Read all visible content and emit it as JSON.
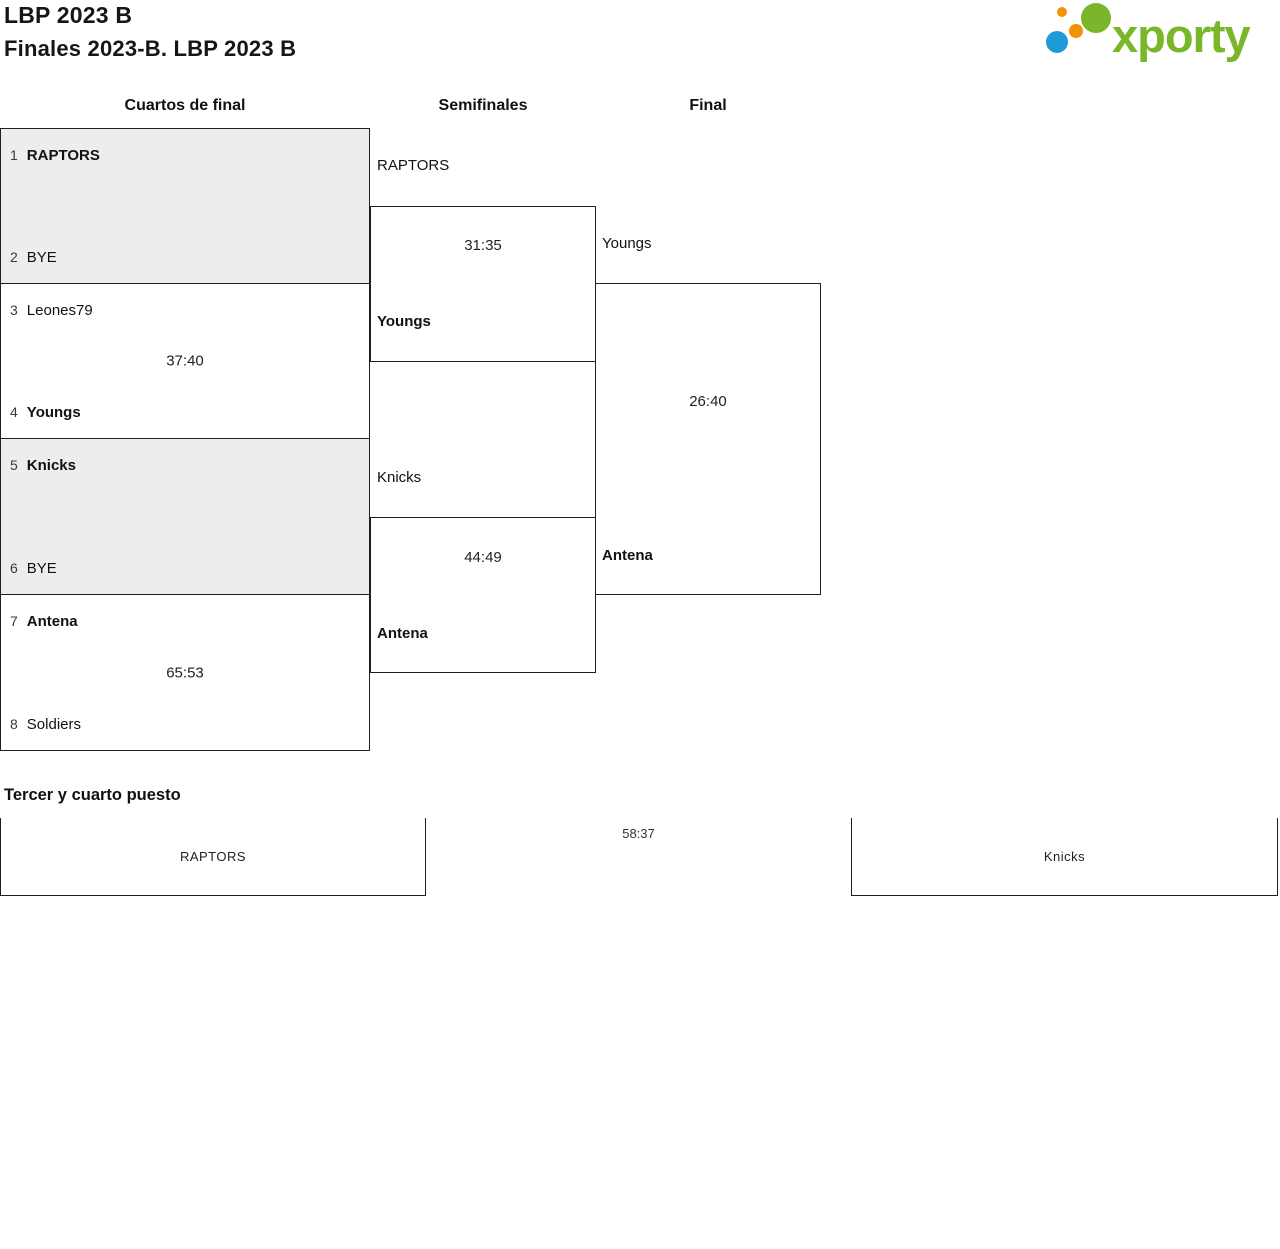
{
  "header": {
    "title": "LBP 2023 B",
    "subtitle": "Finales 2023-B. LBP 2023 B",
    "logo_text": "xporty"
  },
  "rounds": {
    "quarterfinals_label": "Cuartos de final",
    "semifinals_label": "Semifinales",
    "final_label": "Final"
  },
  "bracket": {
    "quarterfinals": [
      {
        "seed_top": "1",
        "top": "RAPTORS",
        "seed_bottom": "2",
        "bottom": "BYE",
        "score": "",
        "winner": "top"
      },
      {
        "seed_top": "3",
        "top": "Leones79",
        "seed_bottom": "4",
        "bottom": "Youngs",
        "score": "37:40",
        "winner": "bottom"
      },
      {
        "seed_top": "5",
        "top": "Knicks",
        "seed_bottom": "6",
        "bottom": "BYE",
        "score": "",
        "winner": "top"
      },
      {
        "seed_top": "7",
        "top": "Antena",
        "seed_bottom": "8",
        "bottom": "Soldiers",
        "score": "65:53",
        "winner": "top"
      }
    ],
    "semifinals": [
      {
        "top": "RAPTORS",
        "bottom": "Youngs",
        "score": "31:35",
        "winner": "bottom"
      },
      {
        "top": "Knicks",
        "bottom": "Antena",
        "score": "44:49",
        "winner": "bottom"
      }
    ],
    "final": {
      "top": "Youngs",
      "bottom": "Antena",
      "score": "26:40",
      "winner": "bottom"
    }
  },
  "third_place": {
    "heading": "Tercer y cuarto puesto",
    "left": "RAPTORS",
    "right": "Knicks",
    "score": "58:37"
  },
  "colors": {
    "brand_green": "#7ab629",
    "logo_blue": "#1f9ad6",
    "logo_orange": "#f39200",
    "bye_background": "#ededed",
    "border": "#1f1f1f"
  }
}
